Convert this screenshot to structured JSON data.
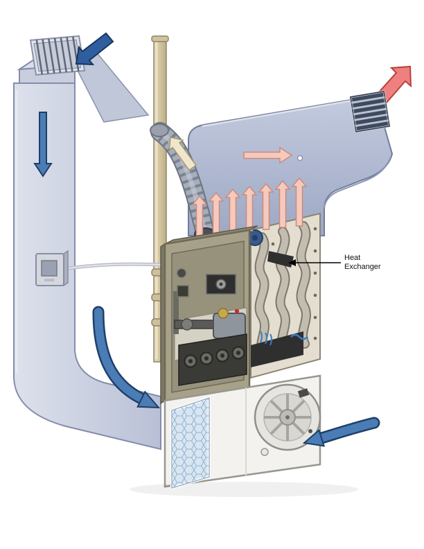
{
  "labels": {
    "heat_exchanger": "Heat\nExchanger"
  },
  "colors": {
    "return_air_arrow": "#4a7cb5",
    "return_grille_arrow": "#2f5e9e",
    "supply_air_arrow": "#f6c9bd",
    "exhaust_exit_arrow": "#ee8080",
    "flue_gas_arrow": "#f0e6cc",
    "return_duct": "#cdd3e2",
    "supply_duct": "#aeb8cf",
    "furnace_cabinet": "#a7a189",
    "flue_pipe": "#d6c9a4",
    "air_filter": "#d9e6f2",
    "register_face": "#3f4a5e",
    "pointer": "#000000"
  },
  "icons": {
    "return_grille": "louvered-grille",
    "supply_register": "louvered-register",
    "thermostat": "wall-thermostat",
    "blower": "blower-fan",
    "air_filter": "honeycomb-filter",
    "heat_exchanger": "serpentine-cells",
    "flue_connector": "corrugated-elbow"
  }
}
